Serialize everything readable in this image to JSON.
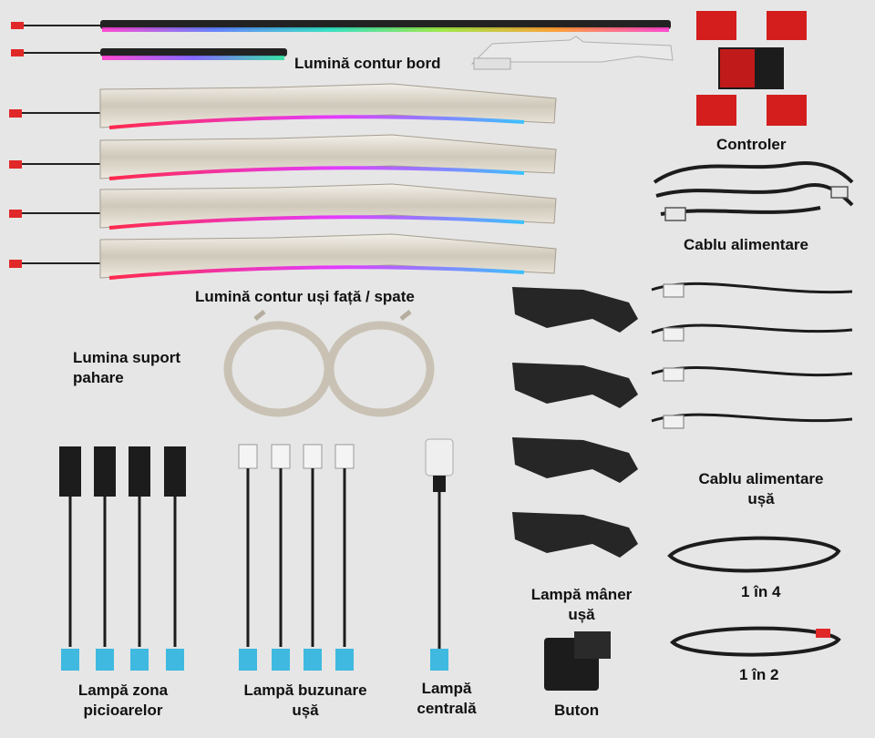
{
  "labels": {
    "dash_strip": "Lumină contur bord",
    "controller": "Controler",
    "power_cable": "Cablu alimentare",
    "door_strip": "Lumină contur uși față / spate",
    "cup_holder_1": "Lumina suport",
    "cup_holder_2": "pahare",
    "door_power_cable_1": "Cablu alimentare",
    "door_power_cable_2": "ușă",
    "handle_lamp_1": "Lampă mâner",
    "handle_lamp_2": "ușă",
    "one_in_four": "1 în 4",
    "one_in_two": "1 în 2",
    "foot_lamp_1": "Lampă zona",
    "foot_lamp_2": "picioarelor",
    "pocket_lamp_1": "Lampă buzunare",
    "pocket_lamp_2": "ușă",
    "central_lamp_1": "Lampă",
    "central_lamp_2": "centrală",
    "button": "Buton"
  },
  "colors": {
    "background": "#e6e6e6",
    "connector_red": "#e02828",
    "connector_blue": "#3fb9e0",
    "chrome": "#d8d3c8",
    "dark_part": "#1c1c1c"
  }
}
